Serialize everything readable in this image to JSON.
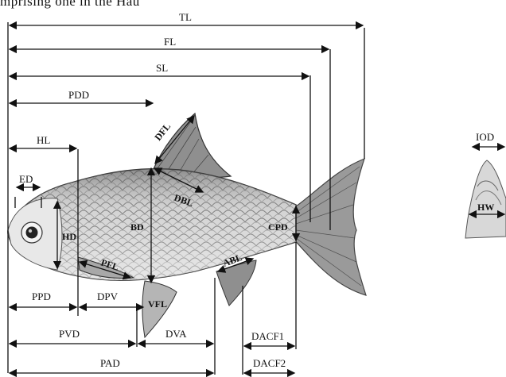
{
  "caption": "mprising  one  in  the  Hau",
  "measurements": {
    "TL": "TL",
    "FL": "FL",
    "SL": "SL",
    "PDD": "PDD",
    "HL": "HL",
    "ED": "ED",
    "DFL": "DFL",
    "DBL": "DBL",
    "BD": "BD",
    "HD": "HD",
    "CPD": "CPD",
    "PFL": "PFL",
    "ABL": "ABL",
    "VFL": "VFL",
    "PPD": "PPD",
    "DPV": "DPV",
    "PVD": "PVD",
    "DVA": "DVA",
    "PAD": "PAD",
    "DACF1": "DACF1",
    "DACF2": "DACF2",
    "IOD": "IOD",
    "HW": "HW"
  },
  "colors": {
    "line": "#111111",
    "fish_body": "#d9d9d9",
    "fish_dark": "#5a5a5a",
    "fin": "#8a8a8a"
  }
}
